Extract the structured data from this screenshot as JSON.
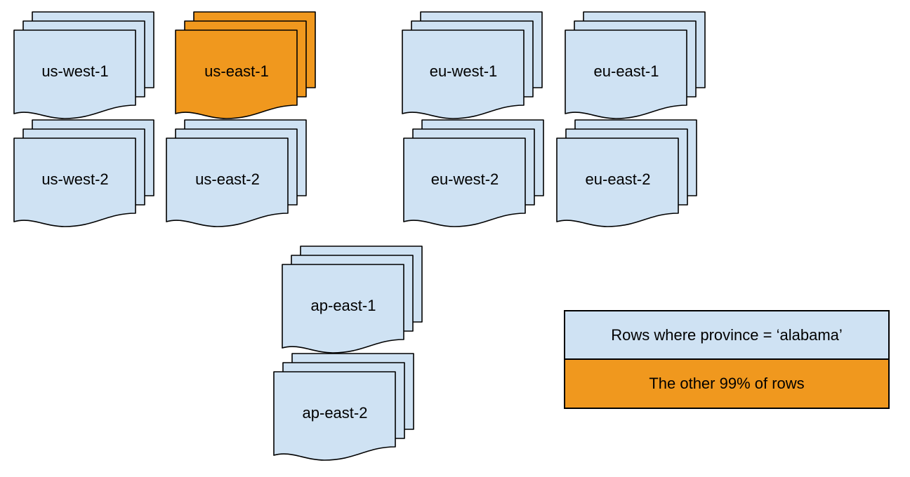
{
  "colors": {
    "doc-blue": "#cfe2f3",
    "doc-orange": "#f0981e",
    "stroke": "#000000",
    "text": "#000000",
    "background": "#ffffff"
  },
  "stacks": [
    {
      "label": "us-west-1",
      "color": "blue"
    },
    {
      "label": "us-east-1",
      "color": "orange"
    },
    {
      "label": "eu-west-1",
      "color": "blue"
    },
    {
      "label": "eu-east-1",
      "color": "blue"
    },
    {
      "label": "us-west-2",
      "color": "blue"
    },
    {
      "label": "us-east-2",
      "color": "blue"
    },
    {
      "label": "eu-west-2",
      "color": "blue"
    },
    {
      "label": "eu-east-2",
      "color": "blue"
    },
    {
      "label": "ap-east-1",
      "color": "blue"
    },
    {
      "label": "ap-east-2",
      "color": "blue"
    }
  ],
  "legend": {
    "items": [
      {
        "label": "Rows where province = ‘alabama’",
        "color": "blue"
      },
      {
        "label": "The other 99% of rows",
        "color": "orange"
      }
    ]
  }
}
